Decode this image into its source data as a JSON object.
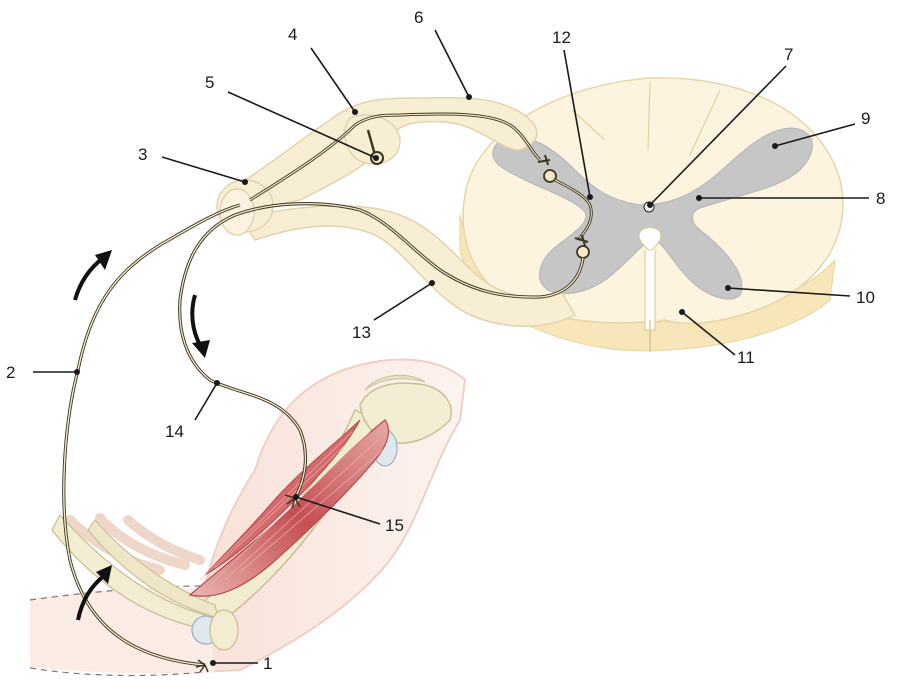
{
  "labels": [
    "1",
    "2",
    "3",
    "4",
    "5",
    "6",
    "7",
    "8",
    "9",
    "10",
    "11",
    "12",
    "13",
    "14",
    "15"
  ],
  "colors": {
    "nerve_fill": "#f8eed3",
    "nerve_outline": "#e2d3ad",
    "cord_top": "#fcf4df",
    "cord_side": "#f7e6b9",
    "gray_matter": "#c8c8c8",
    "muscle": "#c9585a",
    "bone": "#f2ecd0",
    "skin": "#f6d9cf",
    "arrow": "#111111"
  }
}
